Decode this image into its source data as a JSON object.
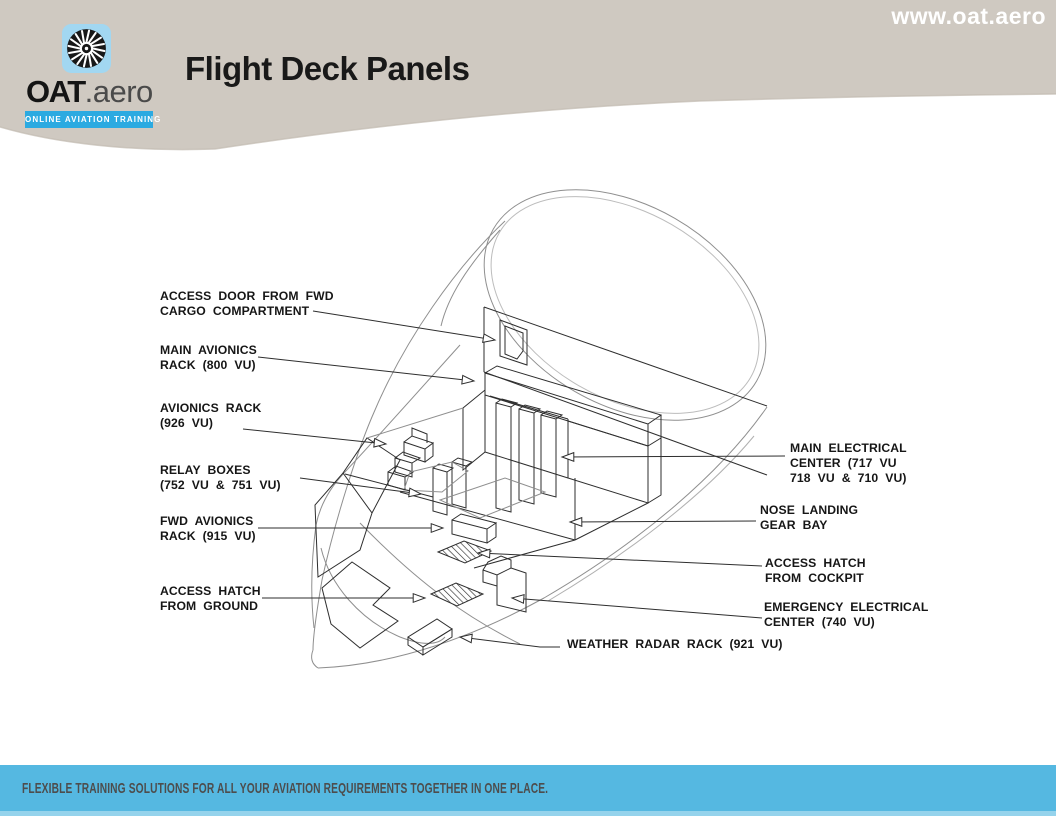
{
  "header": {
    "url_text": "www.oat.aero",
    "slide_title": "Flight Deck Panels",
    "logo": {
      "brand": "OAT",
      "brand_suffix": ".aero",
      "tagline": "ONLINE AVIATION TRAINING"
    }
  },
  "footer": {
    "tagline": "FLEXIBLE TRAINING SOLUTIONS FOR ALL YOUR AVIATION REQUIREMENTS TOGETHER IN ONE PLACE."
  },
  "colors": {
    "header_band": "#cfc9c1",
    "footer_bar": "#55b8e1",
    "logo_blue": "#2baae1",
    "logo_icon_bg": "#a2d7f1",
    "line_dark": "#2e2e2e",
    "line_light": "#8f8f8f"
  },
  "diagram": {
    "labels": {
      "access_door": {
        "l1": "ACCESS DOOR FROM FWD",
        "l2": "CARGO COMPARTMENT"
      },
      "main_avionics": {
        "l1": "MAIN AVIONICS",
        "l2": "RACK (800 VU)"
      },
      "avionics_rack": {
        "l1": "AVIONICS RACK",
        "l2": "(926 VU)"
      },
      "relay_boxes": {
        "l1": "RELAY BOXES",
        "l2": "(752 VU & 751 VU)"
      },
      "fwd_avionics": {
        "l1": "FWD AVIONICS",
        "l2": "RACK (915 VU)"
      },
      "access_hatch_ground": {
        "l1": "ACCESS HATCH",
        "l2": "FROM GROUND"
      },
      "main_electrical": {
        "l1": "MAIN ELECTRICAL",
        "l2": "CENTER (717 VU",
        "l3": "718 VU & 710 VU)"
      },
      "nose_gear": {
        "l1": "NOSE LANDING",
        "l2": "GEAR BAY"
      },
      "access_hatch_cockpit": {
        "l1": "ACCESS HATCH",
        "l2": "FROM COCKPIT"
      },
      "emergency_electrical": {
        "l1": "EMERGENCY ELECTRICAL",
        "l2": "CENTER (740 VU)"
      },
      "weather_radar": {
        "l1": "WEATHER RADAR RACK (921 VU)"
      }
    }
  }
}
